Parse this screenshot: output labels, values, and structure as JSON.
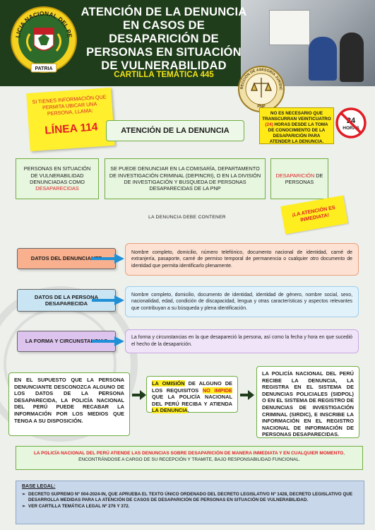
{
  "header": {
    "title": "ATENCIÓN DE LA DENUNCIA EN CASOS DE DESAPARICIÓN DE PERSONAS EN SITUACIÓN DE VULNERABILIDAD",
    "subtitle": "CARTILLA TEMÁTICA 445"
  },
  "logo": {
    "top_text": "POLICIA NACIONAL DEL PERU",
    "bottom_text": "PATRIA",
    "seal_text": "DIRECCIÓN DE ASESORÍA JURÍDICA",
    "seal_bottom": "PNP"
  },
  "sticky": {
    "text": "SI TIENES INFORMACIÓN QUE PERMITA UBICAR UNA PERSONA, LLAMA:",
    "line": "LÍNEA 114"
  },
  "note24": {
    "part1": "NO ES NECESARIO QUE TRANSCURRAN VEINTICUATRO",
    "part2": "(24)",
    "part3": "HORAS DESDE LA TOMA DE CONOCIMIENTO DE LA DESAPARICIÓN PARA ATENDER LA DENUNCIA.",
    "badge_number": "24",
    "badge_word": "HORAS"
  },
  "main_title": "ATENCIÓN DE LA DENUNCIA",
  "boxes": {
    "left_plain": "PERSONAS EN SITUACIÓN DE VULNERABILIDAD DENUNCIADAS COMO",
    "left_red": "DESAPARECIDAS",
    "center": "SE PUEDE DENUNCIAR EN LA COMISARÍA, DEPARTAMENTO DE INVESTIGACIÓN CRIMINAL (DEPINCRI), O EN LA DIVISIÓN DE INVESTIGACIÓN Y BUSQUEDA DE PERSONAS DESAPARECIDAS DE LA PNP",
    "right_red": "DESAPARICIÓN",
    "right_plain": "DE PERSONAS"
  },
  "contener": "LA DENUNCIA DEBE CONTENER",
  "stamp": "¡LA ATENCIÓN ES INMEDIATA!",
  "rows": [
    {
      "label": "DATOS DEL DENUNCIANTE",
      "text": "Nombre completo, domicilio, número telefónico, documento nacional de identidad, carné de extranjería, pasaporte, carné de permiso temporal de permanencia o cualquier otro documento de identidad que permita identificarlo plenamente."
    },
    {
      "label": "DATOS DE LA PERSONA DESAPARECIDA",
      "text": "Nombre completo, domicilio, documento de identidad, identidad de género, nombre social, sexo, nacionalidad, edad, condición de discapacidad, lengua y otras características y aspectos relevantes que contribuyan a su búsqueda y plena identificación."
    },
    {
      "label": "LA FORMA Y CIRCUNSTANCIAS",
      "text": "La forma y circunstancias en la que desapareció la persona, así como la fecha y hora en que sucedió el hecho de la desaparición."
    }
  ],
  "flow": {
    "box1": "EN EL SUPUESTO QUE LA PERSONA DENUNCIANTE DESCONOZCA ALGUNO DE LOS DATOS DE LA PERSONA DESAPARECIDA, LA POLICÍA NACIONAL DEL PERÚ PUEDE RECABAR LA INFORMACIÓN POR LOS MEDIOS QUE TENGA A SU DISPOSICIÓN.",
    "box2_a": "LA OMISIÓN",
    "box2_b": " DE ALGUNO DE LOS REQUISITOS ",
    "box2_c": "NO IMPIDE",
    "box2_d": " QUE LA POLICÍA NACIONAL DEL PERÚ RECIBA Y ATIENDA ",
    "box2_e": "LA DENUNCIA",
    "box2_f": ".",
    "box3": "LA POLICÍA NACIONAL DEL PERÚ RECIBE LA DENUNCIA, LA REGISTRA EN EL SISTEMA DE DENUNCIAS POLICIALES (SIDPOL) O EN EL SISTEMA DE REGISTRO DE DENUNCIAS DE INVESTIGACIÓN CRIMINAL (SIRDIC), E INSCRIBE LA INFORMACIÓN EN EL REGISTRO NACIONAL DE INFORMACIÓN DE PERSONAS DESAPARECIDAS."
  },
  "final": {
    "red": "LA POLICÍA NACIONAL DEL PERÚ ATIENDE LAS DENUNCIAS SOBRE DESAPARICIÓN DE MANERA INMEDIATA Y EN CUALQUIER MOMENTO",
    "plain": ", ENCONTRÁNDOSE A CARGO DE SU RECEPCIÓN Y TRAMITE, BAJO RESPONSABILIDAD FUNCIONAL."
  },
  "base_legal": {
    "title": "BASE LEGAL:",
    "items": [
      "DECRETO SUPREMO Nº 004-2024-IN, QUE APRUEBA EL TEXTO ÚNICO ORDENADO DEL DECRETO LEGISLATIVO Nº 1428, DECRETO LEGISLATIVO QUE DESARROLLA MEDIDAS PARA LA ATENCIÓN DE CASOS DE DESAPARICIÓN DE PERSONAS EN SITUACIÓN DE VULNERABILIDAD.",
      "VER CARTILLA TEMÁTICA LEGAL Nº 276 Y 372."
    ]
  },
  "colors": {
    "header_bg": "#1f3d1b",
    "title": "#ffffff",
    "subtitle": "#f2e21a",
    "accent_green": "#6fae3f",
    "accent_red": "#e11d25",
    "arrow_blue": "#1f8fd6",
    "highlight_yellow": "#ffee1f"
  }
}
